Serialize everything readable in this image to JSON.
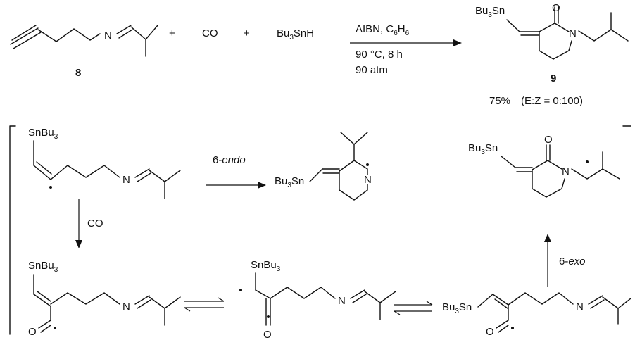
{
  "scheme": {
    "reaction_conditions": {
      "reagent_line": "AIBN, C",
      "reagent_sub1": "6",
      "reagent_tail": "H",
      "reagent_sub2": "6",
      "temp_time": "90 °C, 8 h",
      "pressure": "90 atm"
    },
    "plus_1": "+",
    "plus_2": "+",
    "co_reagent": "CO",
    "tin_hydride": "Bu",
    "tin_hydride_sub": "3",
    "tin_hydride_tail": "SnH",
    "compound_8": "8",
    "compound_9": "9",
    "yield": "75%",
    "ratio": "(E:Z  = 0:100)",
    "atom_N": "N",
    "atom_O": "O",
    "group_bu3sn": "Bu",
    "group_bu3sn_sub": "3",
    "group_bu3sn_tail": "Sn",
    "group_snbu3": "SnBu",
    "group_snbu3_sub": "3",
    "co_arrow_label": "CO",
    "pathway_endo": "6-",
    "pathway_endo_italic": "endo",
    "pathway_exo": "6-",
    "pathway_exo_italic": "exo"
  }
}
